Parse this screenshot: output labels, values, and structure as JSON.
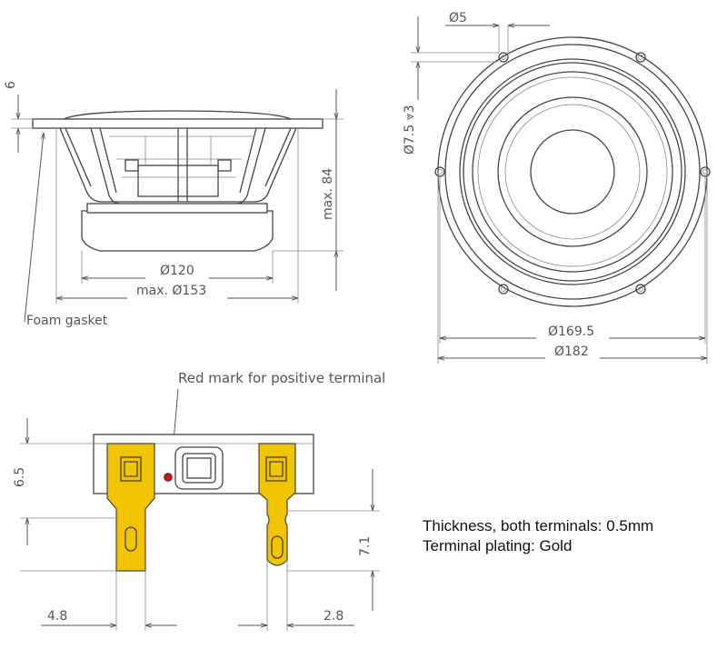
{
  "colors": {
    "terminal_gold": "#f2c400",
    "positive_mark": "#cc1111",
    "line": "#555555"
  },
  "side_view": {
    "flange_thickness": "6",
    "depth": "max. 84",
    "magnet_diameter": "Ø120",
    "frame_diameter": "max. Ø153",
    "gasket_label": "Foam gasket"
  },
  "front_view": {
    "hole_diameter": "Ø5",
    "mounting_hole": "Ø7.5 ⩔3",
    "bolt_circle": "Ø169.5",
    "outer_diameter": "Ø182"
  },
  "terminal_view": {
    "positive_note": "Red mark for positive terminal",
    "tab_height": "6.5",
    "tab_length": "7.1",
    "wide_tab_width": "4.8",
    "narrow_tab_width": "2.8"
  },
  "specs": {
    "thickness": "Thickness, both terminals: 0.5mm",
    "plating": "Terminal plating: Gold"
  }
}
